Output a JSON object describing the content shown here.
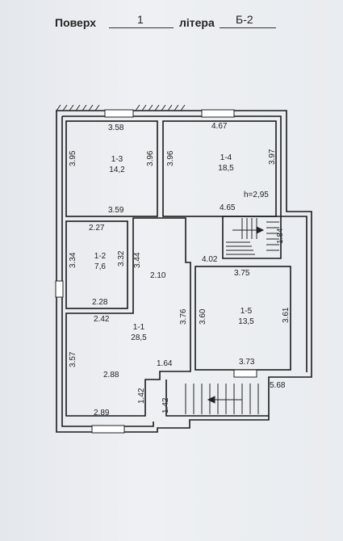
{
  "header": {
    "floor_label": "Поверх",
    "floor_value": "1",
    "letter_label": "літера",
    "letter_value": "Б-2"
  },
  "rooms": [
    {
      "number": "1-1",
      "area": "28,5"
    },
    {
      "number": "1-2",
      "area": "7,6"
    },
    {
      "number": "1-3",
      "area": "14,2"
    },
    {
      "number": "1-4",
      "area": "18,5"
    },
    {
      "number": "1-5",
      "area": "13,5"
    }
  ],
  "height_note": "h=2,95",
  "dimensions": {
    "r13_top": "3.58",
    "r13_left": "3.95",
    "r13_right": "3.96",
    "r13_bottom": "3.59",
    "r14_top": "4.67",
    "r14_left": "3.96",
    "r14_right": "3.97",
    "r14_bottom": "4.65",
    "r12_top": "2.27",
    "r12_left": "3.34",
    "r12_right": "3.32",
    "r12_bottom": "2.28",
    "corridor_right": "3.44",
    "corridor_width": "2.10",
    "stair_top": "4.02",
    "stair_side": "1.84",
    "r11_top": "2.42",
    "r11_left": "3.57",
    "r11_mid": "2.88",
    "r11_right": "3.76",
    "r11_bottom": "2.89",
    "r11_step": "1.64",
    "r11_notch": "1.42",
    "entry_notch": "1.42",
    "r15_top": "3.75",
    "r15_left": "3.60",
    "r15_right": "3.61",
    "r15_bottom": "3.73",
    "porch_width": "5.68"
  }
}
